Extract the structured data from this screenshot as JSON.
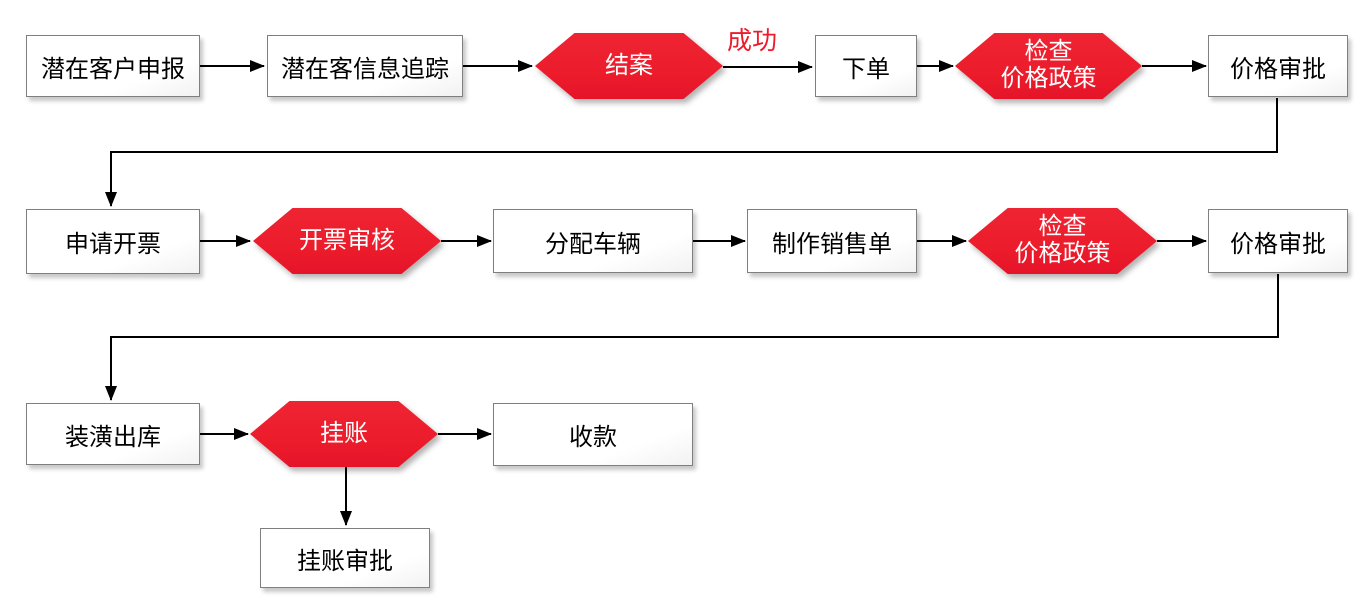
{
  "diagram": {
    "type": "flowchart",
    "colors": {
      "decision_fill": "#ec1c2b",
      "decision_text": "#ffffff",
      "process_fill": "#ffffff",
      "process_border": "#7f7f7f",
      "process_text": "#000000",
      "arrow": "#000000",
      "edge_label_text": "#ec1c2b",
      "background": "#ffffff"
    },
    "nodes": [
      {
        "id": "potential-customer-declaration",
        "type": "process",
        "label": "潜在客户申报"
      },
      {
        "id": "potential-customer-info-tracking",
        "type": "process",
        "label": "潜在客信息追踪"
      },
      {
        "id": "case-closing",
        "type": "decision",
        "label": "结案"
      },
      {
        "id": "place-order",
        "type": "process",
        "label": "下单"
      },
      {
        "id": "check-price-policy-1",
        "type": "decision",
        "label": "检查\n价格政策"
      },
      {
        "id": "price-approval-1",
        "type": "process",
        "label": "价格审批"
      },
      {
        "id": "apply-invoice",
        "type": "process",
        "label": "申请开票"
      },
      {
        "id": "invoice-review",
        "type": "decision",
        "label": "开票审核"
      },
      {
        "id": "assign-vehicle",
        "type": "process",
        "label": "分配车辆"
      },
      {
        "id": "create-sales-order",
        "type": "process",
        "label": "制作销售单"
      },
      {
        "id": "check-price-policy-2",
        "type": "decision",
        "label": "检查\n价格政策"
      },
      {
        "id": "price-approval-2",
        "type": "process",
        "label": "价格审批"
      },
      {
        "id": "decoration-outbound",
        "type": "process",
        "label": "装潢出库"
      },
      {
        "id": "credit-charge",
        "type": "decision",
        "label": "挂账"
      },
      {
        "id": "receive-payment",
        "type": "process",
        "label": "收款"
      },
      {
        "id": "credit-approval",
        "type": "process",
        "label": "挂账审批"
      }
    ],
    "edges": [
      {
        "from": "potential-customer-declaration",
        "to": "potential-customer-info-tracking",
        "label": ""
      },
      {
        "from": "potential-customer-info-tracking",
        "to": "case-closing",
        "label": ""
      },
      {
        "from": "case-closing",
        "to": "place-order",
        "label": "成功"
      },
      {
        "from": "place-order",
        "to": "check-price-policy-1",
        "label": ""
      },
      {
        "from": "check-price-policy-1",
        "to": "price-approval-1",
        "label": ""
      },
      {
        "from": "price-approval-1",
        "to": "apply-invoice",
        "label": ""
      },
      {
        "from": "apply-invoice",
        "to": "invoice-review",
        "label": ""
      },
      {
        "from": "invoice-review",
        "to": "assign-vehicle",
        "label": ""
      },
      {
        "from": "assign-vehicle",
        "to": "create-sales-order",
        "label": ""
      },
      {
        "from": "create-sales-order",
        "to": "check-price-policy-2",
        "label": ""
      },
      {
        "from": "check-price-policy-2",
        "to": "price-approval-2",
        "label": ""
      },
      {
        "from": "price-approval-2",
        "to": "decoration-outbound",
        "label": ""
      },
      {
        "from": "decoration-outbound",
        "to": "credit-charge",
        "label": ""
      },
      {
        "from": "credit-charge",
        "to": "receive-payment",
        "label": ""
      },
      {
        "from": "credit-charge",
        "to": "credit-approval",
        "label": ""
      }
    ]
  }
}
